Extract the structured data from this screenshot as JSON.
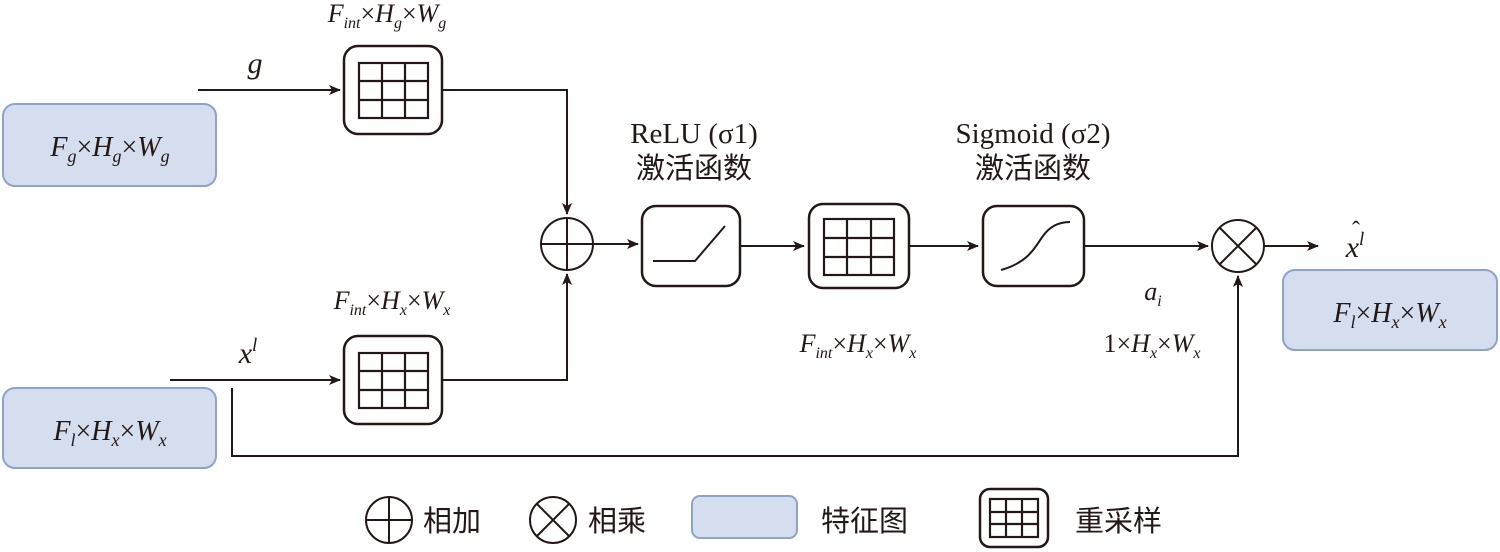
{
  "inputs": {
    "gating": {
      "dims": {
        "F": "F",
        "F_sub": "g",
        "H": "H",
        "H_sub": "g",
        "W": "W",
        "W_sub": "g"
      }
    },
    "skip": {
      "dims": {
        "F": "F",
        "F_sub": "l",
        "H": "H",
        "H_sub": "x",
        "W": "W",
        "W_sub": "x"
      }
    }
  },
  "labels": {
    "g": "g",
    "x": "x",
    "x_sup": "l",
    "times": "×",
    "int": "int",
    "one": "1",
    "a": "a",
    "a_sub": "i",
    "xhat": "x",
    "xhat_accent": "ˆ",
    "xhat_sup": "l"
  },
  "steps": {
    "relu": {
      "name": "ReLU (σ1)",
      "caption": "激活函数"
    },
    "sigmoid": {
      "name": "Sigmoid (σ2)",
      "caption": "激活函数"
    }
  },
  "output": {
    "dims": {
      "F": "F",
      "F_sub": "l",
      "H": "H",
      "H_sub": "x",
      "W": "W",
      "W_sub": "x"
    }
  },
  "legend": {
    "add": "相加",
    "multiply": "相乘",
    "feature_map": "特征图",
    "resample": "重采样"
  }
}
